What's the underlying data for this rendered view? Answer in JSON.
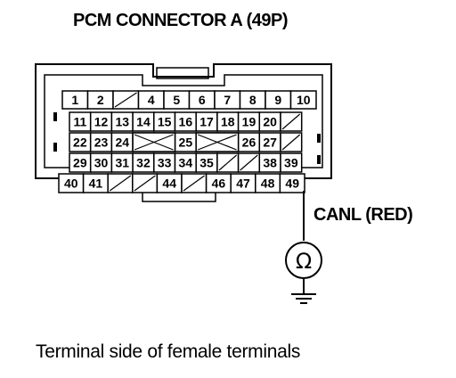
{
  "title": "PCM CONNECTOR A (49P)",
  "wire_label": "CANL (RED)",
  "meter_symbol": "Ω",
  "meter_icon": "ohmmeter-icon",
  "ground_icon": "ground-symbol-icon",
  "caption": "Terminal side of female terminals",
  "connector": {
    "rows": [
      [
        "1",
        "2",
        "",
        "4",
        "5",
        "6",
        "7",
        "8",
        "9",
        "10"
      ],
      [
        "11",
        "12",
        "13",
        "14",
        "15",
        "16",
        "17",
        "18",
        "19",
        "20",
        ""
      ],
      [
        "22",
        "23",
        "24",
        "",
        "",
        "25",
        "",
        "",
        "26",
        "27",
        ""
      ],
      [
        "29",
        "30",
        "31",
        "32",
        "33",
        "34",
        "35",
        "",
        "",
        "38",
        "39"
      ],
      [
        "40",
        "41",
        "",
        "",
        "44",
        "",
        "46",
        "47",
        "48",
        "49"
      ]
    ],
    "probed_terminal": "49"
  }
}
